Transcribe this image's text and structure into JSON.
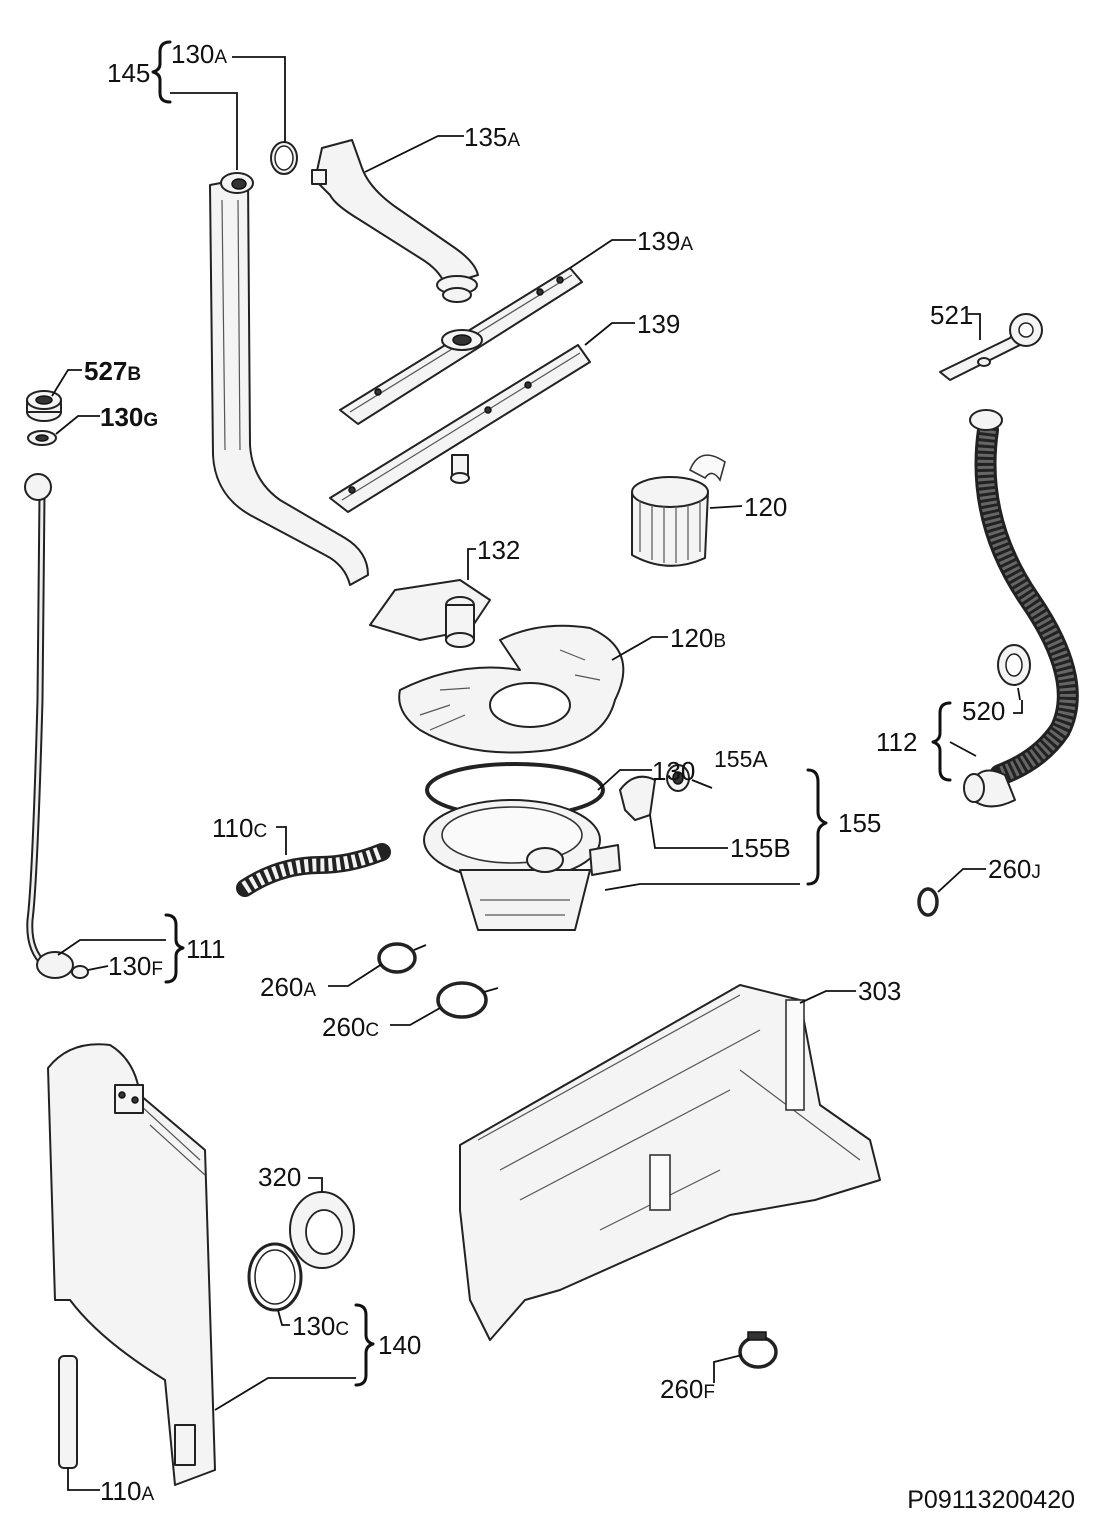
{
  "labels": {
    "l145": "145",
    "l130a": {
      "num": "130",
      "suf": "A"
    },
    "l135a": {
      "num": "135",
      "suf": "A"
    },
    "l139a": {
      "num": "139",
      "suf": "A"
    },
    "l139": "139",
    "l521": "521",
    "l527b": {
      "num": "527",
      "suf": "B"
    },
    "l130g": {
      "num": "130",
      "suf": "G"
    },
    "l120": "120",
    "l132": "132",
    "l120b": {
      "num": "120",
      "suf": "B"
    },
    "l520": "520",
    "l112": "112",
    "l130": "130",
    "l155a": "155A",
    "l155": "155",
    "l155b": "155B",
    "l110c": {
      "num": "110",
      "suf": "C"
    },
    "l260j": {
      "num": "260",
      "suf": "J"
    },
    "l130f": {
      "num": "130",
      "suf": "F"
    },
    "l111": "111",
    "l260a": {
      "num": "260",
      "suf": "A"
    },
    "l260c": {
      "num": "260",
      "suf": "C"
    },
    "l303": "303",
    "l320": "320",
    "l130c": {
      "num": "130",
      "suf": "C"
    },
    "l140": "140",
    "l260f": {
      "num": "260",
      "suf": "F"
    },
    "l110a": {
      "num": "110",
      "suf": "A"
    }
  },
  "drawing_code": "P09113200420"
}
